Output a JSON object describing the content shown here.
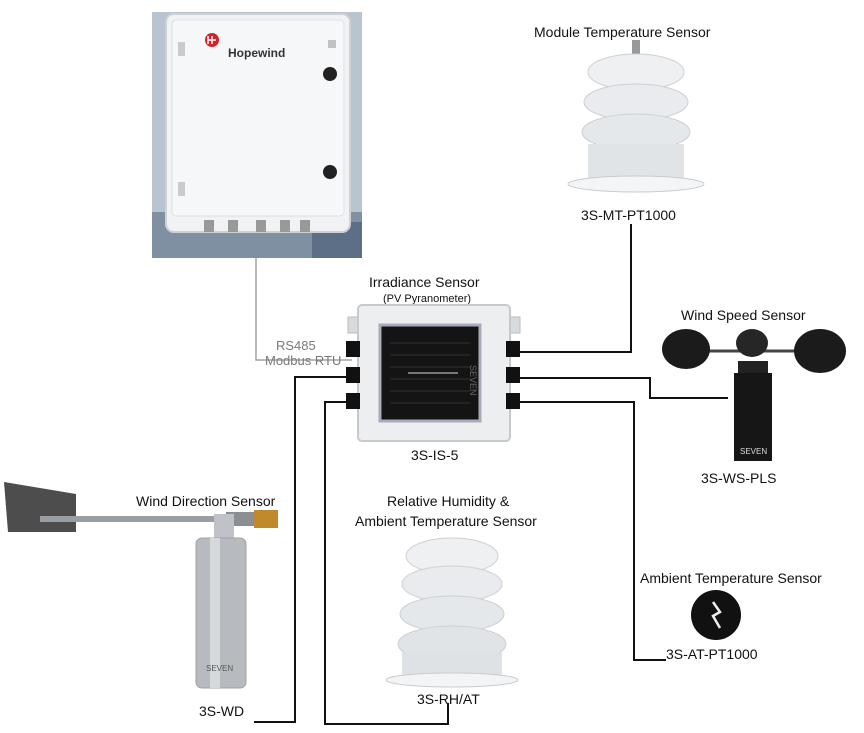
{
  "logger": {
    "brand": "Hopewind"
  },
  "connection": {
    "line1": "RS485",
    "line2": "Modbus RTU"
  },
  "irradiance": {
    "title": "Irradiance Sensor",
    "subtitle": "(PV Pyranometer)",
    "code": "3S-IS-5",
    "side_mark": "SEVEN"
  },
  "module_temp": {
    "title": "Module Temperature Sensor",
    "code": "3S-MT-PT1000"
  },
  "wind_speed": {
    "title": "Wind Speed Sensor",
    "code": "3S-WS-PLS",
    "mark": "SEVEN"
  },
  "wind_direction": {
    "title": "Wind Direction Sensor",
    "code": "3S-WD",
    "mark": "SEVEN"
  },
  "humidity": {
    "title_line1": "Relative Humidity &",
    "title_line2": "Ambient Temperature Sensor",
    "code": "3S-RH/AT"
  },
  "ambient_temp": {
    "title": "Ambient Temperature Sensor",
    "code": "3S-AT-PT1000"
  },
  "colors": {
    "wire": "#111111",
    "rs485_wire": "#9a9a9a",
    "housing": "#e9ecee",
    "sensor_white": "#eef0f2",
    "metal": "#b9bdc2"
  }
}
